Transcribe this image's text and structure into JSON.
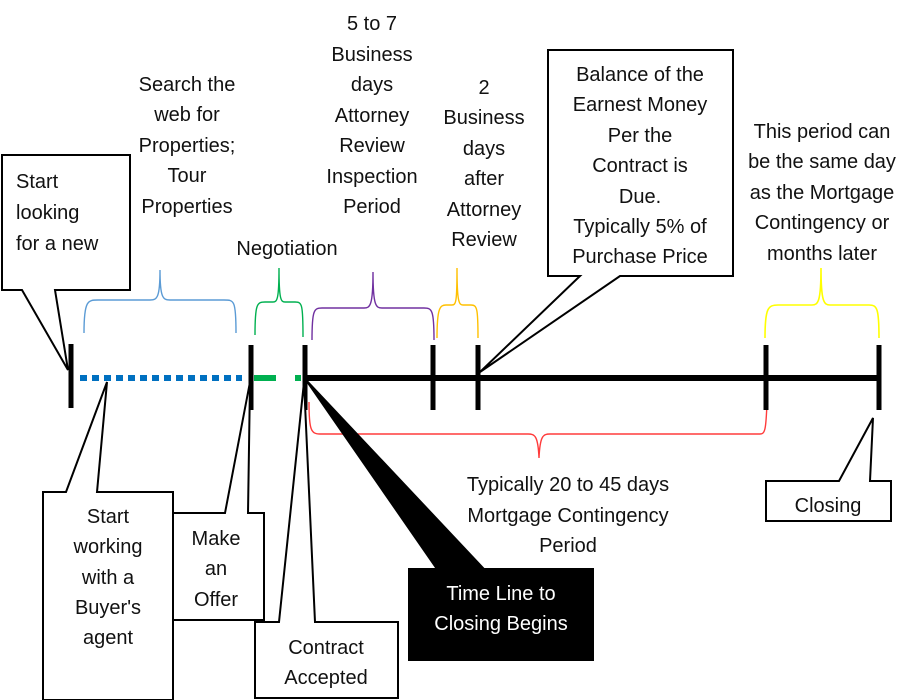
{
  "title": "Home Buying Time Line to Closing",
  "colors": {
    "search": "#0070C0",
    "search_bracket": "#5B9BD5",
    "negotiation": "#00B050",
    "negotiation_bracket": "#00B050",
    "attorney": "#7030A0",
    "earnest": "#FFC000",
    "mortgage": "#FF0000",
    "closing_period": "#FFFF00",
    "timeline": "#000000"
  },
  "labels": {
    "search": [
      "Search the",
      "web for",
      "Properties;",
      "Tour",
      "Properties"
    ],
    "negotiation": [
      "Negotiation"
    ],
    "attorney": [
      "5 to 7",
      "Business",
      "days",
      "Attorney",
      "Review",
      "Inspection",
      "Period"
    ],
    "after_review": [
      "2",
      "Business",
      "days",
      "after",
      "Attorney",
      "Review"
    ],
    "closing_period": [
      "This period can",
      "be the same day",
      "as the Mortgage",
      "Contingency or",
      "months later"
    ],
    "mortgage": [
      "Typically 20 to 45 days",
      "Mortgage Contingency",
      "Period"
    ]
  },
  "callouts": {
    "start_looking": [
      "Start",
      "looking",
      "for a new"
    ],
    "earnest_money": [
      "Balance of the",
      "Earnest Money",
      "Per the",
      "Contract is",
      "Due.",
      "Typically 5% of",
      "Purchase Price"
    ],
    "buyers_agent": [
      "Start",
      "working",
      "with a",
      "Buyer's",
      "agent"
    ],
    "make_offer": [
      "Make",
      "an",
      "Offer"
    ],
    "contract_accepted": [
      "Contract",
      "Accepted"
    ],
    "timeline_begins": [
      "Time Line to",
      "Closing Begins"
    ],
    "closing": [
      "Closing"
    ]
  }
}
